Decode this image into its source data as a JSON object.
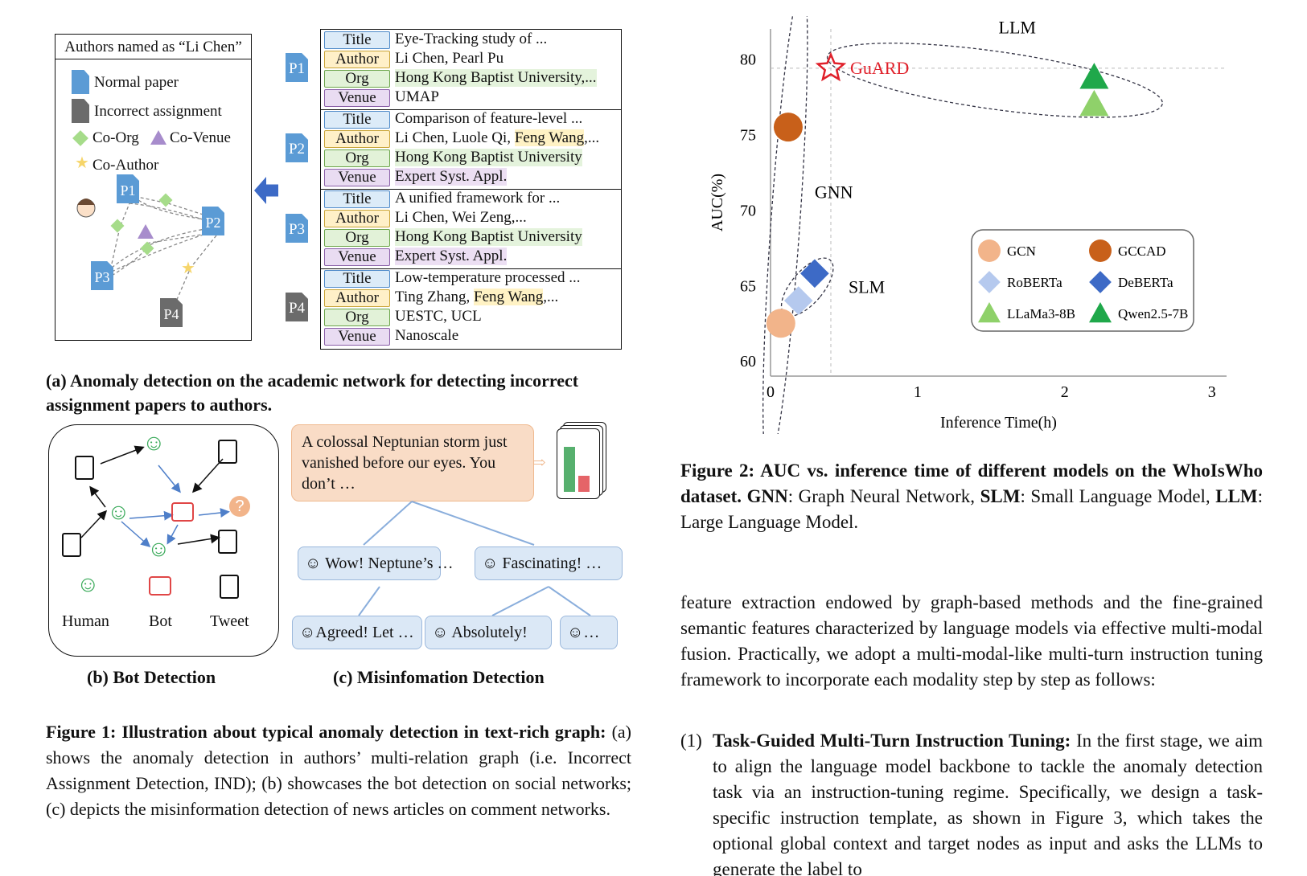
{
  "fig1a": {
    "legend_title": "Authors named as “Li Chen”",
    "legend_items": [
      "Normal paper",
      "Incorrect assignment",
      "Co-Org",
      "Co-Venue",
      "Co-Author"
    ],
    "node_labels": [
      "P1",
      "P2",
      "P3",
      "P4"
    ],
    "papers": [
      {
        "badge": "P1",
        "title": "Eye-Tracking study of ...",
        "author": "Li Chen, Pearl Pu",
        "org": "Hong Kong Baptist University,...",
        "venue": "UMAP"
      },
      {
        "badge": "P2",
        "title": "Comparison of feature-level ...",
        "author_a": "Li Chen, Luole Qi, ",
        "author_b": "Feng Wang",
        "author_c": ",...",
        "org": "Hong Kong Baptist University",
        "venue": "Expert Syst. Appl."
      },
      {
        "badge": "P3",
        "title": "A unified framework for ...",
        "author": "Li Chen, Wei Zeng,...",
        "org": "Hong Kong Baptist University",
        "venue": "Expert Syst. Appl."
      },
      {
        "badge": "P4",
        "title": "Low-temperature processed ...",
        "author_a": "Ting Zhang, ",
        "author_b": "Feng Wang",
        "author_c": ",...",
        "org": "UESTC, UCL",
        "venue": "Nanoscale"
      }
    ],
    "tag_labels": {
      "title": "Title",
      "author": "Author",
      "org": "Org",
      "venue": "Venue"
    },
    "caption": "(a) Anomaly detection on the academic network for detecting incorrect assignment papers to authors."
  },
  "fig1b": {
    "labels": [
      "Human",
      "Bot",
      "Tweet"
    ],
    "caption": "(b) Bot Detection"
  },
  "fig1c": {
    "post": "A colossal Neptunian storm just vanished before our eyes. You don’t …",
    "replies": [
      "Wow! Neptune’s …",
      "Fascinating! …",
      "Agreed! Let …",
      "Absolutely!",
      "…"
    ],
    "caption": "(c) Misinfomation Detection"
  },
  "figure1_caption": {
    "label": "Figure 1: Illustration about typical anomaly detection in text-rich graph:",
    "text": " (a) shows the anomaly detection in authors’ multi-relation graph (i.e. Incorrect Assignment Detection, IND); (b) showcases the bot detection on social networks; (c) depicts the misinformation detection of news articles on comment networks."
  },
  "chart_data": {
    "type": "scatter",
    "xlabel": "Inference Time(h)",
    "ylabel": "AUC(%)",
    "xlim": [
      0,
      3.1
    ],
    "ylim": [
      59,
      82
    ],
    "xticks": [
      0,
      1,
      2,
      3
    ],
    "yticks": [
      60,
      65,
      70,
      75,
      80
    ],
    "series": [
      {
        "name": "GCN",
        "marker": "circle",
        "color": "#f2b48a",
        "x": 0.07,
        "y": 62.5
      },
      {
        "name": "GCCAD",
        "marker": "circle",
        "color": "#c8601a",
        "x": 0.12,
        "y": 75.5
      },
      {
        "name": "RoBERTa",
        "marker": "diamond",
        "color": "#b5c9ee",
        "x": 0.19,
        "y": 64.0
      },
      {
        "name": "DeBERTa",
        "marker": "diamond",
        "color": "#3d6ac6",
        "x": 0.3,
        "y": 65.8
      },
      {
        "name": "LLaMa3-8B",
        "marker": "triangle",
        "color": "#8fd16a",
        "x": 2.2,
        "y": 77.0
      },
      {
        "name": "Qwen2.5-7B",
        "marker": "triangle",
        "color": "#1fa84a",
        "x": 2.2,
        "y": 78.8
      },
      {
        "name": "GuARD",
        "marker": "star",
        "color": "#e0202a",
        "x": 0.41,
        "y": 79.4
      }
    ],
    "group_labels": [
      "LLM",
      "GNN",
      "SLM"
    ],
    "guard_label": "GuARD",
    "legend_placement": "bottom-right",
    "grid": false
  },
  "figure2_caption": {
    "label": "Figure 2: AUC vs. inference time of different models on the WhoIsWho dataset.",
    "gnn_label": "GNN",
    "gnn_text": ": Graph Neural Network, ",
    "slm_label": "SLM",
    "slm_text": ": Small Language Model, ",
    "llm_label": "LLM",
    "llm_text": ": Large Language Model."
  },
  "body": {
    "paragraph": "feature extraction endowed by graph-based methods and the fine-grained semantic features characterized by language models via effective multi-modal fusion. Practically, we adopt a multi-modal-like multi-turn instruction tuning framework to incorporate each modality step by step as follows:",
    "item_number": "(1)",
    "item_title": "Task-Guided Multi-Turn Instruction Tuning:",
    "item_text": " In the first stage, we aim to align the language model backbone to tackle the anomaly detection task via an instruction-tuning regime. Specifically, we design a task-specific instruction template, as shown in Figure 3, which takes the optional global context and target nodes as input and asks the LLMs to generate the label to"
  }
}
